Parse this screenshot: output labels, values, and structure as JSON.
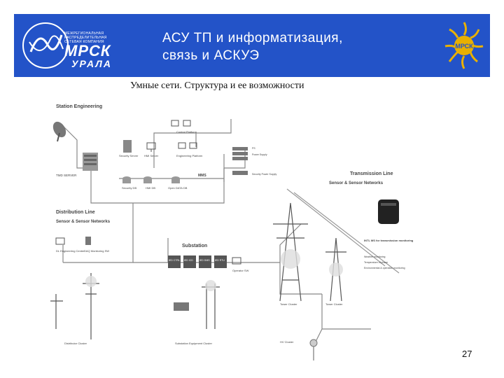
{
  "header": {
    "logo_left": {
      "small_lines": [
        "МЕЖРЕГИОНАЛЬНАЯ",
        "РАСПРЕДЕЛИТЕЛЬНАЯ",
        "СЕТЕВАЯ КОМПАНИЯ"
      ],
      "brand": "МРСК",
      "region": "УРАЛА"
    },
    "title_line1": "АСУ ТП и информатизация,",
    "title_line2": "связь и АСКУЭ",
    "logo_right_text": "МРСК",
    "bg_color": "#2353c8"
  },
  "subtitle": "Умные сети. Структура и ее возможности",
  "diagram": {
    "sections": {
      "station": "Station Engineering",
      "distribution_1": "Distribution Line",
      "distribution_2": "Sensor & Sensor Networks",
      "transmission_1": "Transmission Line",
      "transmission_2": "Sensor & Sensor Networks",
      "substation": "Substation"
    },
    "labels": {
      "control_platform": "Control Platform",
      "security_server": "Security Server",
      "hmi": "HMI Server",
      "engineering": "Engineering Platform",
      "tmd_server": "TMD SERVER",
      "mms": "MMS",
      "security_db": "Security DB",
      "hmi_db": "HMI DB",
      "open_db": "Open DATA DB",
      "dl_center": "DL Engineering Center",
      "daq_sw": "DAQ Monitoring SW",
      "operator_sw": "Operator SW",
      "tower_cluster_1": "Tower Cluster",
      "tower_cluster_2": "Tower Cluster",
      "distributor_cluster": "Distributor Cluster",
      "substation_cluster": "Substation Equipment Cluster",
      "line_cluster": "HV Cluster",
      "ps_1": "PS",
      "ps_2": "Power Supply",
      "ps_3": "Security Power Supply"
    },
    "ied_boxes": [
      "IED CTRL",
      "IED ICD",
      "IED DMS",
      "IED RTU"
    ],
    "product": {
      "title": "INTL MS for transmission monitoring",
      "bullets": [
        "Weather monitoring",
        "Temperature of phase",
        "Environmental & operation monitoring"
      ]
    }
  },
  "page_number": "27"
}
